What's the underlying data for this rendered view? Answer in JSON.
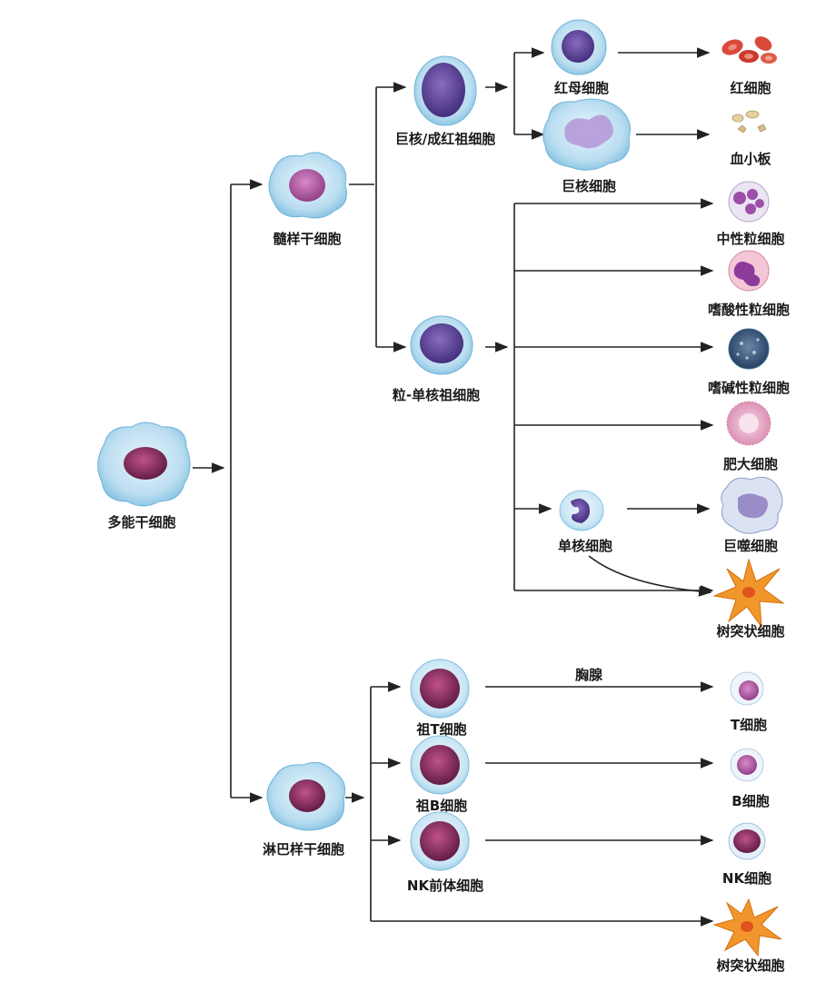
{
  "cells": {
    "pluripotent": "多能干细胞",
    "myeloid_stem": "髓样干细胞",
    "megakaryocyte_erythroid_progenitor": "巨核/成红祖细胞",
    "erythroblast": "红母细胞",
    "megakaryocyte": "巨核细胞",
    "red_blood_cell": "红细胞",
    "platelet": "血小板",
    "granulocyte_monocyte_progenitor": "粒-单核祖细胞",
    "neutrophil": "中性粒细胞",
    "eosinophil": "嗜酸性粒细胞",
    "basophil": "嗜碱性粒细胞",
    "mast_cell": "肥大细胞",
    "monocyte": "单核细胞",
    "macrophage": "巨噬细胞",
    "dendritic_cell_myeloid": "树突状细胞",
    "lymphoid_stem": "淋巴样干细胞",
    "pro_t": "祖T细胞",
    "pro_b": "祖B细胞",
    "nk_precursor": "NK前体细胞",
    "t_cell": "T细胞",
    "b_cell": "B细胞",
    "nk_cell": "NK细胞",
    "dendritic_cell_lymphoid": "树突状细胞"
  },
  "edge_labels": {
    "thymus": "胸腺"
  },
  "colors": {
    "cytoplasm_blue": "#b8dcf0",
    "nucleus_purple": "#6a3d8f",
    "nucleus_magenta": "#9a2f68",
    "red_cell": "#d94a3c",
    "dendritic_orange": "#f0962a"
  }
}
